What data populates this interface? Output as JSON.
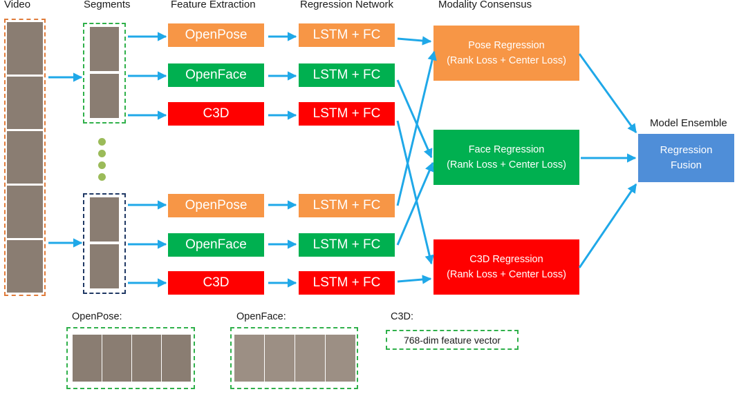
{
  "headers": {
    "video": "Video",
    "segments": "Segments",
    "feature_extraction": "Feature Extraction",
    "regression_network": "Regression Network",
    "modality_consensus": "Modality Consensus"
  },
  "feature_boxes": [
    "OpenPose",
    "OpenFace",
    "C3D",
    "OpenPose",
    "OpenFace",
    "C3D"
  ],
  "lstm_label": "LSTM + FC",
  "regressions": {
    "pose": {
      "title": "Pose Regression",
      "loss": "(Rank Loss + Center Loss)"
    },
    "face": {
      "title": "Face Regression",
      "loss": "(Rank Loss + Center Loss)"
    },
    "c3d": {
      "title": "C3D Regression",
      "loss": "(Rank Loss + Center Loss)"
    }
  },
  "ensemble": {
    "label": "Model Ensemble",
    "line1": "Regression",
    "line2": "Fusion"
  },
  "legend": {
    "openpose_caption": "OpenPose:",
    "openface_caption": "OpenFace:",
    "c3d_caption": "C3D:",
    "c3d_feature": "768-dim feature vector"
  },
  "colors": {
    "openpose": "#f79646",
    "openface": "#00b050",
    "c3d": "#ff0000",
    "fusion": "#4f8ed8",
    "arrow": "#1fa8e8",
    "video_border": "#e07b39",
    "segment_border_top": "#2fb04a",
    "segment_border_bottom": "#1f3864"
  }
}
